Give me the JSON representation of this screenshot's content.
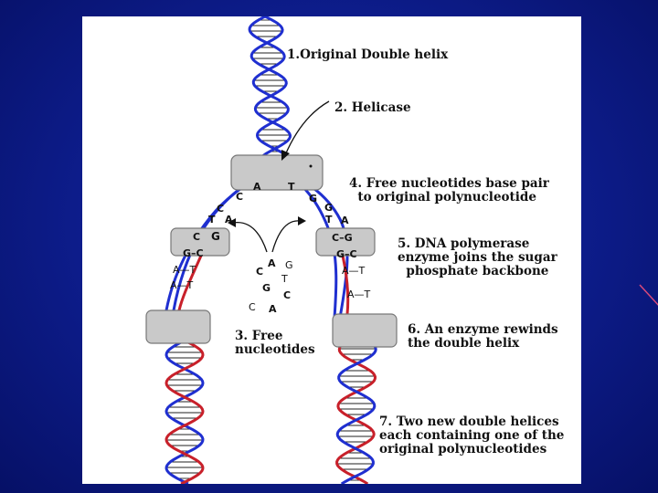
{
  "slide": {
    "background_color": "#0d1c8a",
    "panel_color": "#ffffff",
    "accent_line_color": "#d94a7a"
  },
  "diagram": {
    "strand_colors": {
      "original": "#1f2fd0",
      "new": "#c8202a"
    },
    "enzyme_color": "#c9c9c9",
    "labels": {
      "step1": "1.Original Double helix",
      "step2": "2. Helicase",
      "step3": "3. Free\nnucleotides",
      "step4": "4. Free nucleotides base pair\n  to original polynucleotide",
      "step5": "5. DNA polymerase\nenzyme joins the sugar\n  phosphate backbone",
      "step6": "6. An enzyme rewinds\nthe double helix",
      "step7": "7. Two new double helices\neach containing one of the\noriginal polynucleotides"
    },
    "bases": {
      "fork_left_1": "A",
      "fork_right_1": "T",
      "left_c1": "C",
      "left_c2": "C",
      "left_t": "T",
      "left_a": "A",
      "left_c3": "C",
      "left_g1": "G",
      "left_gc": "G–C",
      "left_at1": "A—T",
      "left_at2": "A—T",
      "right_g1": "G",
      "right_g2": "G",
      "right_t": "T",
      "right_a": "A",
      "right_cg": "C–G",
      "right_gc": "G–C",
      "right_at1": "A—T",
      "right_at2": "A—T",
      "free_a1": "A",
      "free_g1": "G",
      "free_c1": "C",
      "free_t": "T",
      "free_g2": "G",
      "free_c2": "C",
      "free_c3": "C",
      "free_a2": "A"
    }
  }
}
